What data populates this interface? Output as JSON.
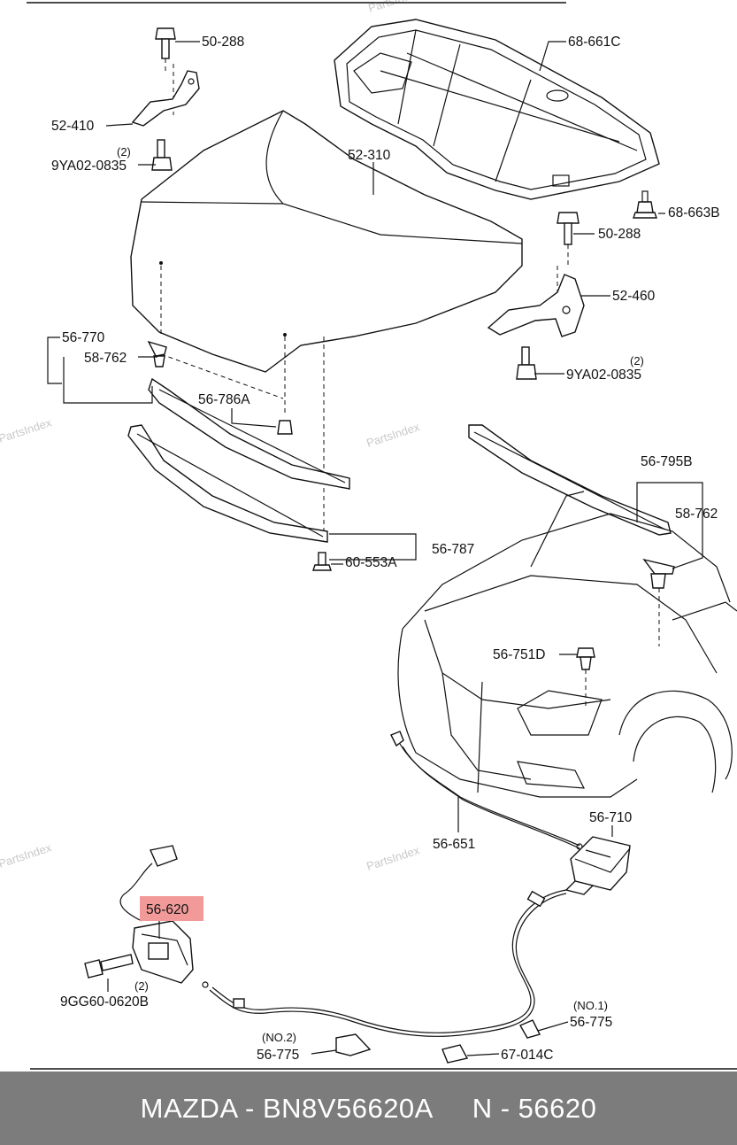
{
  "watermark": "PartsIndex",
  "highlight_color": "#f29a9a",
  "footer": {
    "brand": "MAZDA",
    "separator": " - ",
    "part_number": "BN8V56620A",
    "ref_prefix": "N - ",
    "ref_number": "56620",
    "background": "#7c7c7c"
  },
  "labels": {
    "bolt_top": "50-288",
    "hinge_left": "52-410",
    "qty_hinge_bolt_left": "(2)",
    "hinge_bolt_left": "9YA02-0835",
    "bonnet": "52-310",
    "insulator": "68-661C",
    "clip_insulator": "68-663B",
    "bolt_right": "50-288",
    "hinge_right": "52-460",
    "qty_hinge_bolt_right": "(2)",
    "hinge_bolt_right": "9YA02-0835",
    "seal_set_left": "56-770",
    "clip_left": "58-762",
    "stopper": "56-786A",
    "seal_front": "56-787",
    "nut_clip": "60-553A",
    "seal_rear": "56-795B",
    "clip_right": "58-762",
    "stopper_body": "56-751D",
    "lock": "56-620",
    "release_cable": "56-651",
    "release_lever": "56-710",
    "qty_lock_bolt": "(2)",
    "lock_bolt": "9GG60-0620B",
    "no1": "(NO.1)",
    "clip_no1": "56-775",
    "no2": "(NO.2)",
    "clip_no2": "56-775",
    "cable_clip": "67-014C"
  }
}
